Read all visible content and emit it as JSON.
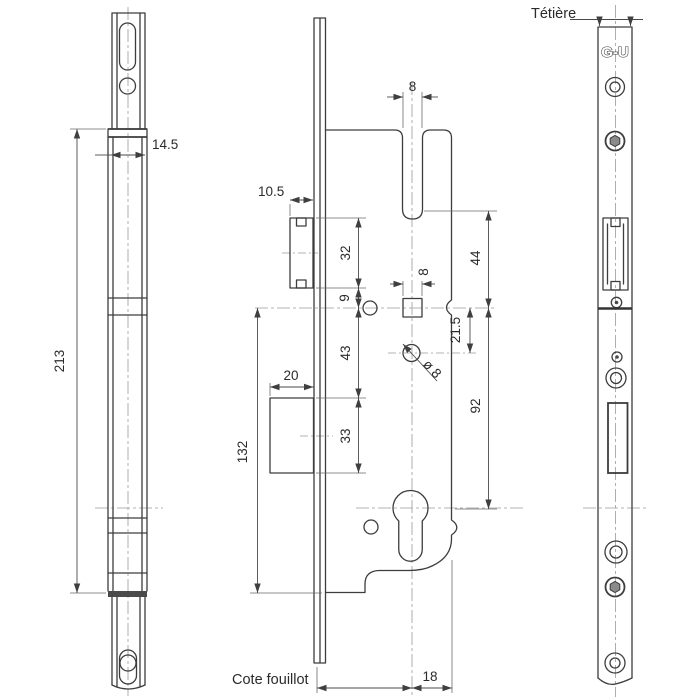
{
  "drawing": {
    "type": "technical-drawing",
    "subject": "multipoint door lock gearbox with faceplate and profile rail, three orthographic views",
    "labels": {
      "tetiere": "Tétière",
      "cote_fouillot": "Cote fouillot",
      "brand": "G-U"
    },
    "dimensions": {
      "profile_rail": {
        "width": "14.5",
        "length": "213"
      },
      "lock_case": {
        "top_slot_width": "8",
        "latch_protrusion": "10.5",
        "latch_height": "32",
        "latch_to_spindle_axis": "9",
        "spindle_axis_to_deadbolt": "43",
        "deadbolt_height": "33",
        "deadbolt_width": "20",
        "case_height_below_axis": "132",
        "slot_to_spindle_axis": "44",
        "spindle_to_handle_hole": "21.5",
        "spindle_to_cylinder_axis": "92",
        "spindle_square": "8",
        "handle_hole_diameter": "ø 8",
        "axis_to_back_edge": "18",
        "backset_label": "Cote fouillot"
      }
    },
    "colors": {
      "background": "#ffffff",
      "object_line": "#3d3d3d",
      "dimension_line": "#4a4a4a",
      "centerline": "#9a9a9a",
      "text": "#2b2b2b"
    }
  }
}
